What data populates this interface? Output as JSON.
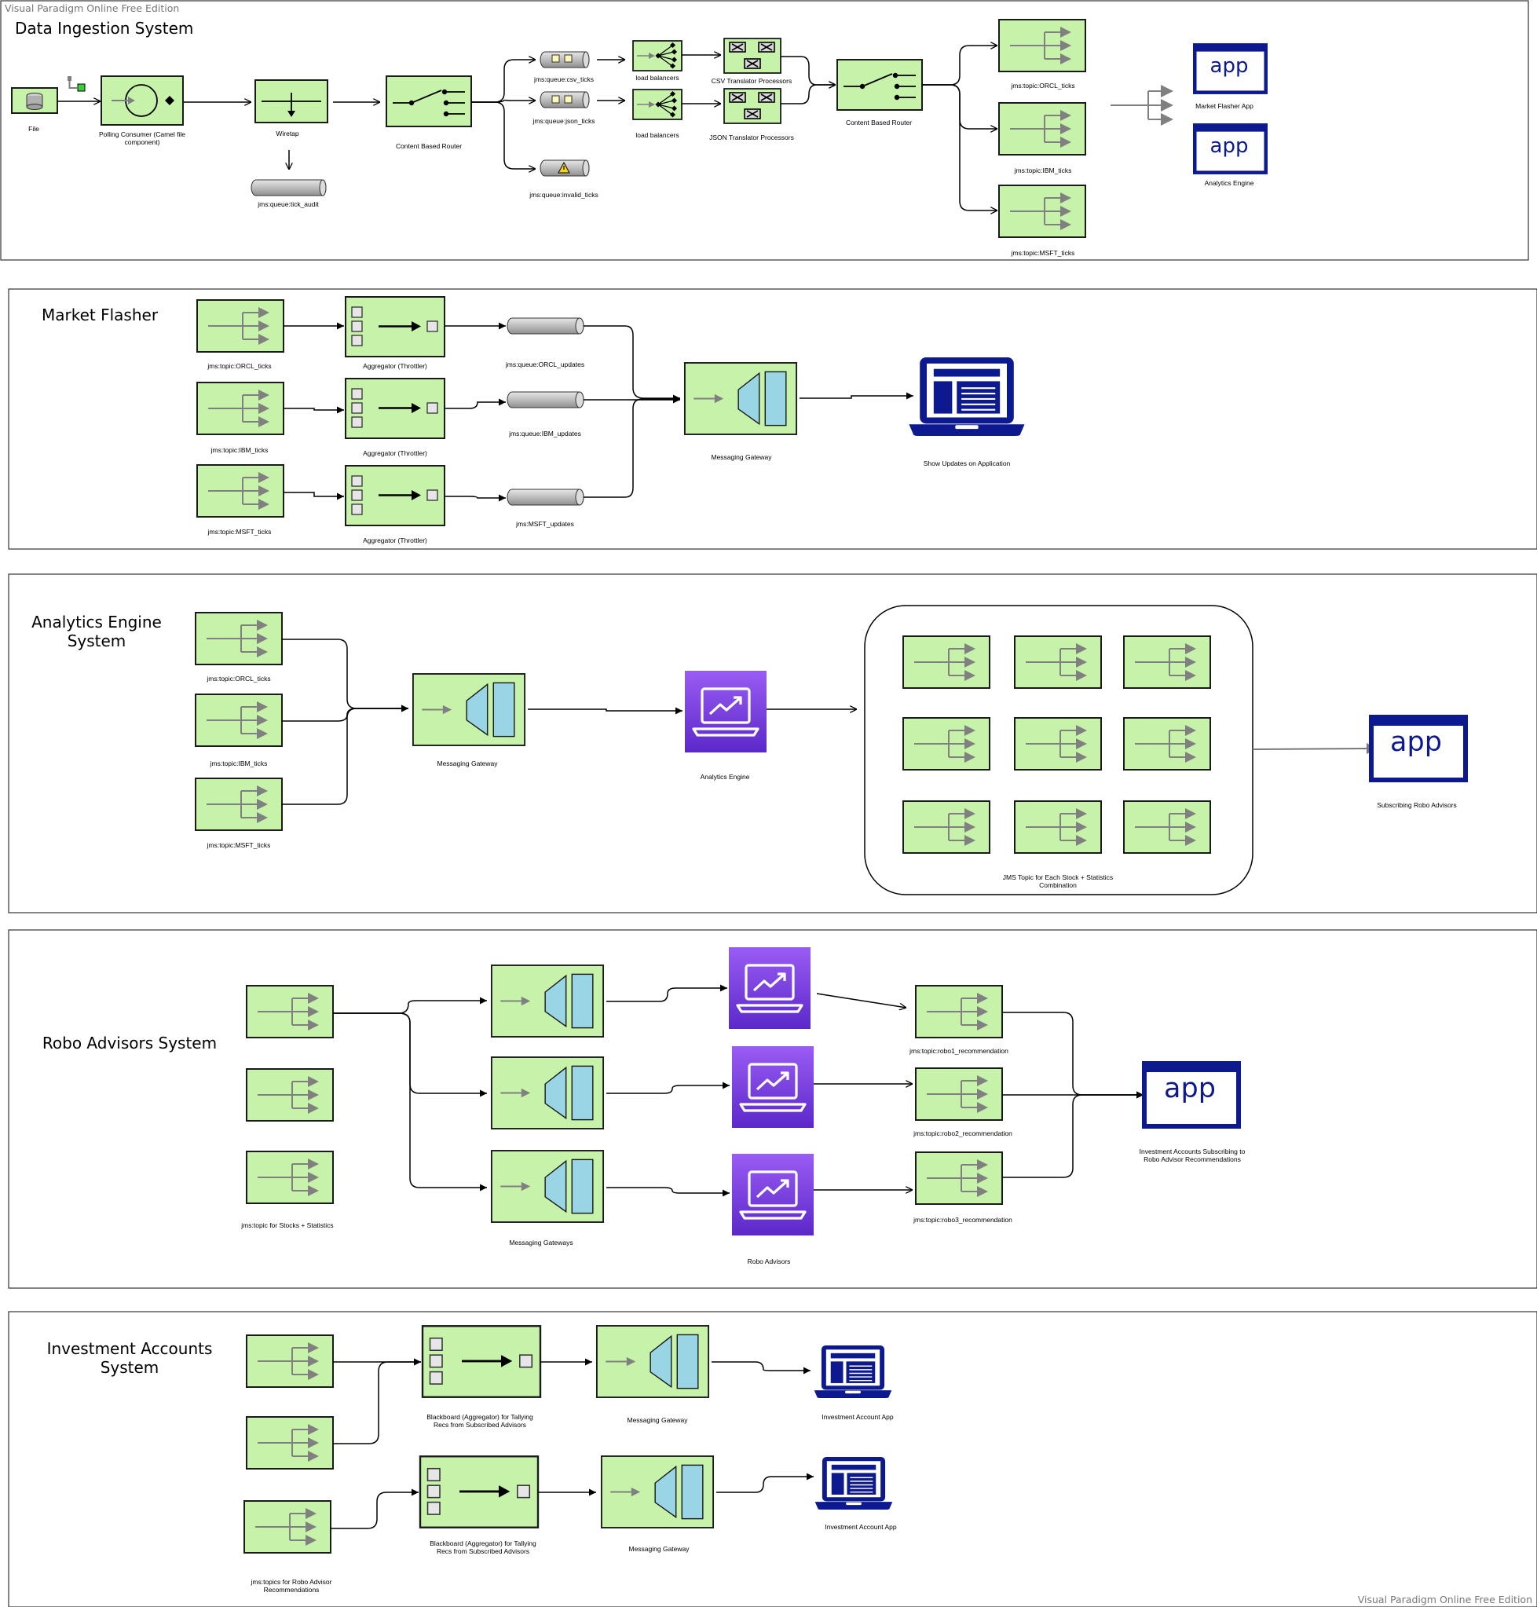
{
  "watermarks": {
    "top": "Visual Paradigm Online Free Edition",
    "bottom": "Visual Paradigm Online Free Edition"
  },
  "colors": {
    "component_fill": "#c6f3a9",
    "component_stroke": "#1a1a1a",
    "gateway_blue": "#9ad5e6",
    "app_blue": "#0d1a8f",
    "analytics_purple_top": "#9a5cf4",
    "analytics_purple_bottom": "#5b28c9",
    "channel_gray": "#bfbfbf",
    "icon_gray": "#7f7f7f"
  },
  "sections": {
    "ingestion": {
      "title": "Data Ingestion System",
      "labels": {
        "file": "File",
        "polling1": "Polling Consumer (Camel file",
        "polling2": "component)",
        "wiretap": "Wiretap",
        "tick_audit": "jms:queue:tick_audit",
        "cbr1": "Content Based Router",
        "csv_ticks": "jms:queue:csv_ticks",
        "json_ticks": "jms:queue:json_ticks",
        "invalid_ticks": "jms:queue:invalid_ticks",
        "lb1": "load balancers",
        "lb2": "load balancers",
        "csv_proc": "CSV Translator Processors",
        "json_proc": "JSON Translator Processors",
        "cbr2": "Content Based Router",
        "orcl": "jms:topic:ORCL_ticks",
        "ibm": "jms:topic:IBM_ticks",
        "msft": "jms:topic:MSFT_ticks",
        "app_text": "app",
        "market_flasher_app": "Market Flasher App",
        "analytics_engine": "Analytics Engine"
      }
    },
    "market": {
      "title": "Market Flasher",
      "labels": {
        "orcl": "jms:topic:ORCL_ticks",
        "ibm": "jms:topic:IBM_ticks",
        "msft": "jms:topic:MSFT_ticks",
        "agg": "Aggregator (Throttler)",
        "orcl_upd": "jms:queue:ORCL_updates",
        "ibm_upd": "jms:queue:IBM_updates",
        "msft_upd": "jms:MSFT_updates",
        "gateway": "Messaging Gateway",
        "show": "Show Updates on Application"
      }
    },
    "analytics": {
      "title1": "Analytics Engine",
      "title2": "System",
      "labels": {
        "orcl": "jms:topic:ORCL_ticks",
        "ibm": "jms:topic:IBM_ticks",
        "msft": "jms:topic:MSFT_ticks",
        "gateway": "Messaging Gateway",
        "engine": "Analytics Engine",
        "jms_topic1": "JMS Topic for Each Stock + Statistics",
        "jms_topic2": "Combination",
        "app_text": "app",
        "subscribing": "Subscribing Robo Advisors"
      }
    },
    "robo": {
      "title": "Robo Advisors System",
      "labels": {
        "topic_stats": "jms:topic for Stocks + Statistics",
        "gateways": "Messaging Gateways",
        "robo_advisors": "Robo Advisors",
        "robo1": "jms:topic:robo1_recommendation",
        "robo2": "jms:topic:robo2_recommendation",
        "robo3": "jms:topic:robo3_recommendation",
        "app_text": "app",
        "investment1": "Investment Accounts Subscribing to",
        "investment2": "Robo Advisor Recommendations"
      }
    },
    "invest": {
      "title1": "Investment Accounts",
      "title2": "System",
      "labels": {
        "blackboard1a": "Blackboard (Aggregator) for Tallying",
        "blackboard1b": "Recs from Subscribed Advisors",
        "blackboard2a": "Blackboard (Aggregator) for Tallying",
        "blackboard2b": "Recs from Subscribed Advisors",
        "gateway1": "Messaging Gateway",
        "gateway2": "Messaging Gateway",
        "app1": "Investment Account App",
        "app2": "Investment Account App",
        "topics1": "jms:topics for Robo Advisor",
        "topics2": "Recommendations"
      }
    }
  }
}
